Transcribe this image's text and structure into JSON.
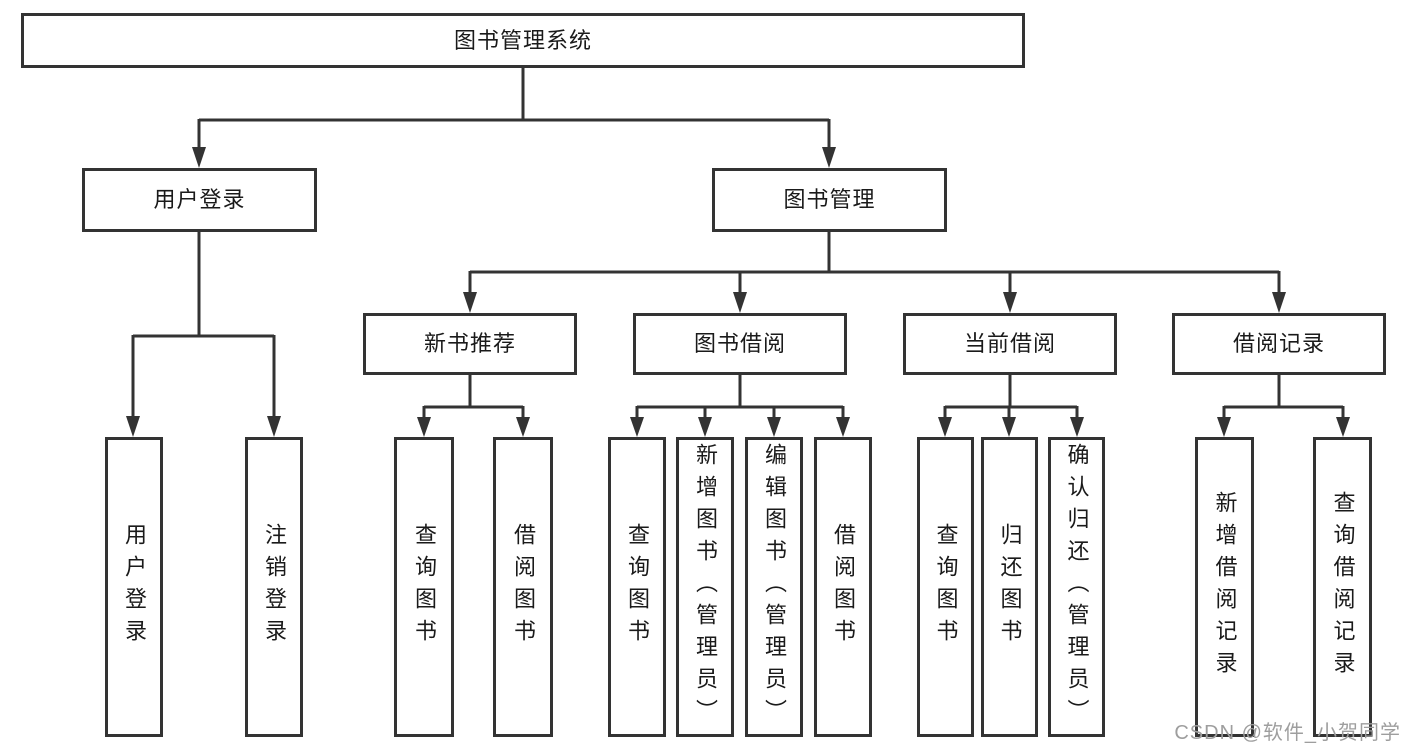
{
  "diagram": {
    "root": {
      "label": "图书管理系统"
    },
    "level2": [
      {
        "label": "用户登录"
      },
      {
        "label": "图书管理"
      }
    ],
    "level3": [
      {
        "label": "新书推荐"
      },
      {
        "label": "图书借阅"
      },
      {
        "label": "当前借阅"
      },
      {
        "label": "借阅记录"
      }
    ],
    "leaves": [
      {
        "label": "用户登录",
        "parent": "用户登录"
      },
      {
        "label": "注销登录",
        "parent": "用户登录"
      },
      {
        "label": "查询图书",
        "parent": "新书推荐"
      },
      {
        "label": "借阅图书",
        "parent": "新书推荐"
      },
      {
        "label": "查询图书",
        "parent": "图书借阅"
      },
      {
        "label": "新增图书（管理员）",
        "parent": "图书借阅"
      },
      {
        "label": "编辑图书（管理员）",
        "parent": "图书借阅"
      },
      {
        "label": "借阅图书",
        "parent": "图书借阅"
      },
      {
        "label": "查询图书",
        "parent": "当前借阅"
      },
      {
        "label": "归还图书",
        "parent": "当前借阅"
      },
      {
        "label": "确认归还（管理员）",
        "parent": "当前借阅"
      },
      {
        "label": "新增借阅记录",
        "parent": "借阅记录"
      },
      {
        "label": "查询借阅记录",
        "parent": "借阅记录"
      }
    ]
  },
  "watermark": {
    "text": "CSDN @软件_小贺同学"
  },
  "colors": {
    "line": "#333333",
    "text": "#1a1a1a",
    "watermark": "#9e9e9e",
    "background": "#ffffff"
  }
}
